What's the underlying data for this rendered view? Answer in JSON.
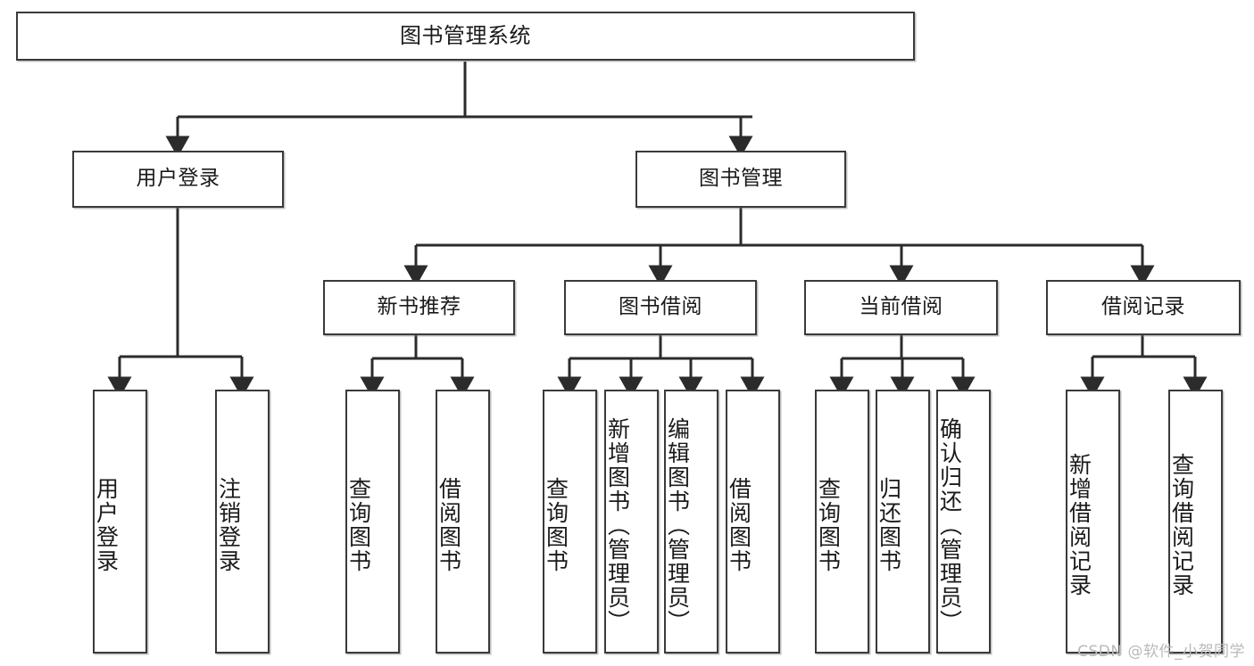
{
  "diagram": {
    "title": "图书管理系统",
    "type": "functional-structure-tree",
    "watermark": "CSDN @软件_小贺同学",
    "colors": {
      "node_border": "#3a3a3a",
      "node_fill": "#ffffff",
      "edge": "#2b2b2b",
      "text": "#1a1a1a",
      "watermark": "#b9b9b9"
    },
    "nodes": {
      "root": {
        "label": "图书管理系统"
      },
      "level2": [
        {
          "id": "user-login",
          "label": "用户登录"
        },
        {
          "id": "book-manage",
          "label": "图书管理"
        }
      ],
      "level3": [
        {
          "id": "new-book-recommend",
          "label": "新书推荐"
        },
        {
          "id": "book-borrow",
          "label": "图书借阅"
        },
        {
          "id": "current-borrow",
          "label": "当前借阅"
        },
        {
          "id": "borrow-record",
          "label": "借阅记录"
        }
      ],
      "leaves": {
        "user-login": [
          {
            "id": "leaf-user-login",
            "label": "用户登录"
          },
          {
            "id": "leaf-logout-login",
            "label": "注销登录"
          }
        ],
        "new-book-recommend": [
          {
            "id": "leaf-query-book-1",
            "label": "查询图书"
          },
          {
            "id": "leaf-borrow-book-1",
            "label": "借阅图书"
          }
        ],
        "book-borrow": [
          {
            "id": "leaf-query-book-2",
            "label": "查询图书"
          },
          {
            "id": "leaf-add-book",
            "label": "新增图书（管理员）"
          },
          {
            "id": "leaf-edit-book",
            "label": "编辑图书（管理员）"
          },
          {
            "id": "leaf-borrow-book-2",
            "label": "借阅图书"
          }
        ],
        "current-borrow": [
          {
            "id": "leaf-query-book-3",
            "label": "查询图书"
          },
          {
            "id": "leaf-return-book",
            "label": "归还图书"
          },
          {
            "id": "leaf-confirm-return",
            "label": "确认归还（管理员）"
          }
        ],
        "borrow-record": [
          {
            "id": "leaf-add-record",
            "label": "新增借阅记录"
          },
          {
            "id": "leaf-query-record",
            "label": "查询借阅记录"
          }
        ]
      }
    }
  }
}
